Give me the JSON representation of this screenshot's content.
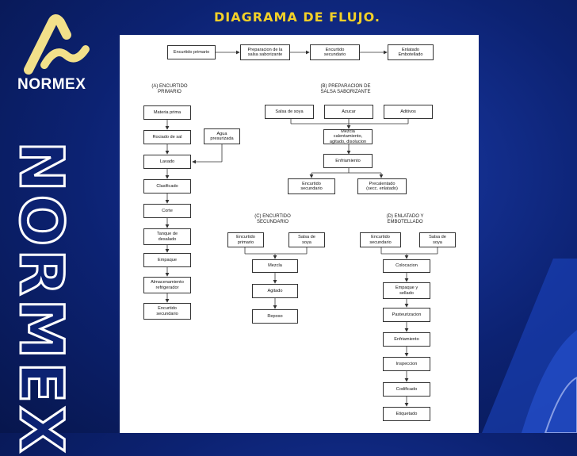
{
  "slide": {
    "title": "DIAGRAMA DE FLUJO.",
    "logo_text": "NORMEX",
    "vertical_text": "NORMEX"
  },
  "colors": {
    "background": "#0c2272",
    "title": "#f2d028",
    "logo_yellow": "#f2e08a",
    "box_border": "#333333"
  },
  "diagram": {
    "top_flow": [
      "Encurtido primario",
      "Preparacion de la\nsalsa saborizante",
      "Encurtido\nsecundario",
      "Enlatado\nEmbotellado"
    ],
    "section_a": {
      "title": "(A) ENCURTIDO\nPRIMARIO",
      "steps": [
        "Materia prima",
        "Rociado de sal",
        "Lavado",
        "Clasificado",
        "Corte",
        "Tanque de\ndesalado",
        "Empaque",
        "Almacenamiento\nrefrigerador",
        "Encurtido\nsecundario"
      ],
      "side_input": "Agua\npresurizada"
    },
    "section_b": {
      "title": "(B) PREPARACION DE\nSALSA SABORIZANTE",
      "inputs": [
        "Salsa de soya",
        "Azucar",
        "Aditivos"
      ],
      "steps": [
        "Mezcla\ncalentamiento,\nagitado, disolucion",
        "Enfriamiento"
      ],
      "outputs": [
        "Encurtido\nsecundario",
        "Precalentado\n(secc. enlatado)"
      ]
    },
    "section_c": {
      "title": "(C) ENCURTIDO\nSECUNDARIO",
      "inputs": [
        "Encurtido\nprimario",
        "Salsa de\nsoya"
      ],
      "steps": [
        "Mezcla",
        "Agitado",
        "Reposo"
      ]
    },
    "section_d": {
      "title": "(D) ENLATADO Y\nEMBOTELLADO",
      "inputs": [
        "Encurtido\nsecundario",
        "Salsa de\nsoya"
      ],
      "steps": [
        "Colocacion",
        "Empaque y\nsellado",
        "Pasteurizacion",
        "Enfriamiento",
        "Inspeccion",
        "Codificado",
        "Etiquetado"
      ]
    }
  }
}
